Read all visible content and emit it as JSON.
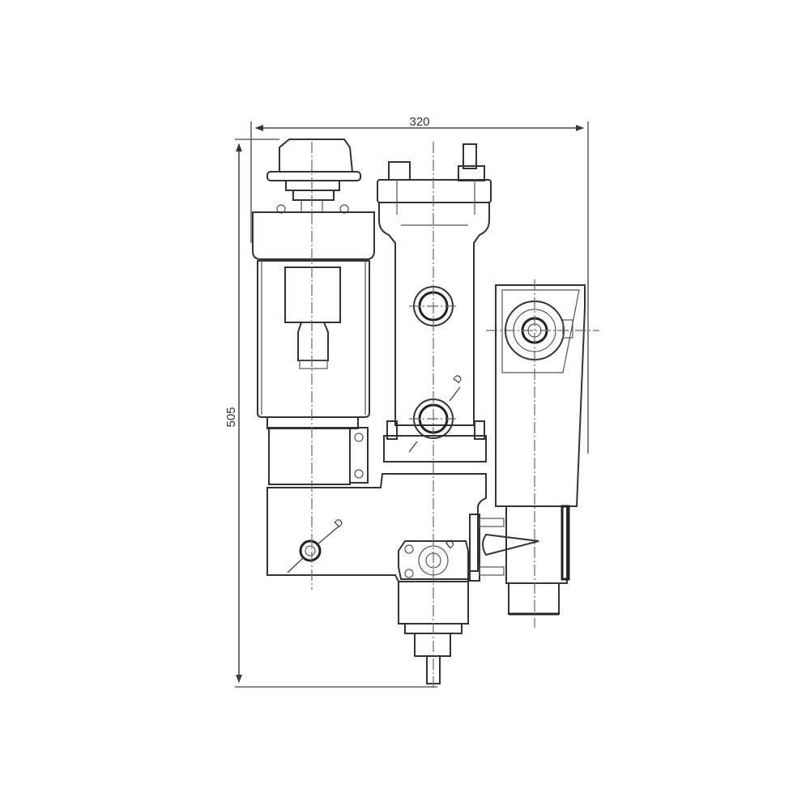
{
  "drawing": {
    "dimensions": {
      "width_label": "320",
      "height_label": "505"
    },
    "port_labels": [
      "D",
      "D",
      "D"
    ],
    "line_color": "#333333",
    "background": "#ffffff"
  }
}
